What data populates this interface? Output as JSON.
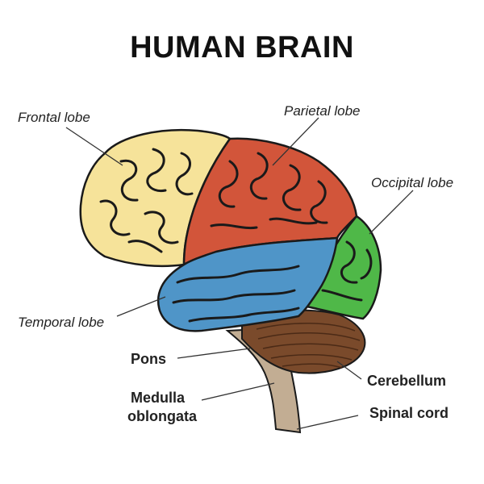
{
  "title": "HUMAN BRAIN",
  "labels": {
    "frontal": "Frontal lobe",
    "parietal": "Parietal lobe",
    "occipital": "Occipital lobe",
    "temporal": "Temporal lobe",
    "pons": "Pons",
    "medulla_line1": "Medulla",
    "medulla_line2": "oblongata",
    "cerebellum": "Cerebellum",
    "spinal_cord": "Spinal cord"
  },
  "colors": {
    "frontal": "#f6e39a",
    "parietal": "#d2553a",
    "occipital": "#4fb848",
    "temporal": "#4f95c8",
    "cerebellum": "#7a4a2b",
    "brainstem": "#c2ad93",
    "outline": "#1a1a1a"
  }
}
